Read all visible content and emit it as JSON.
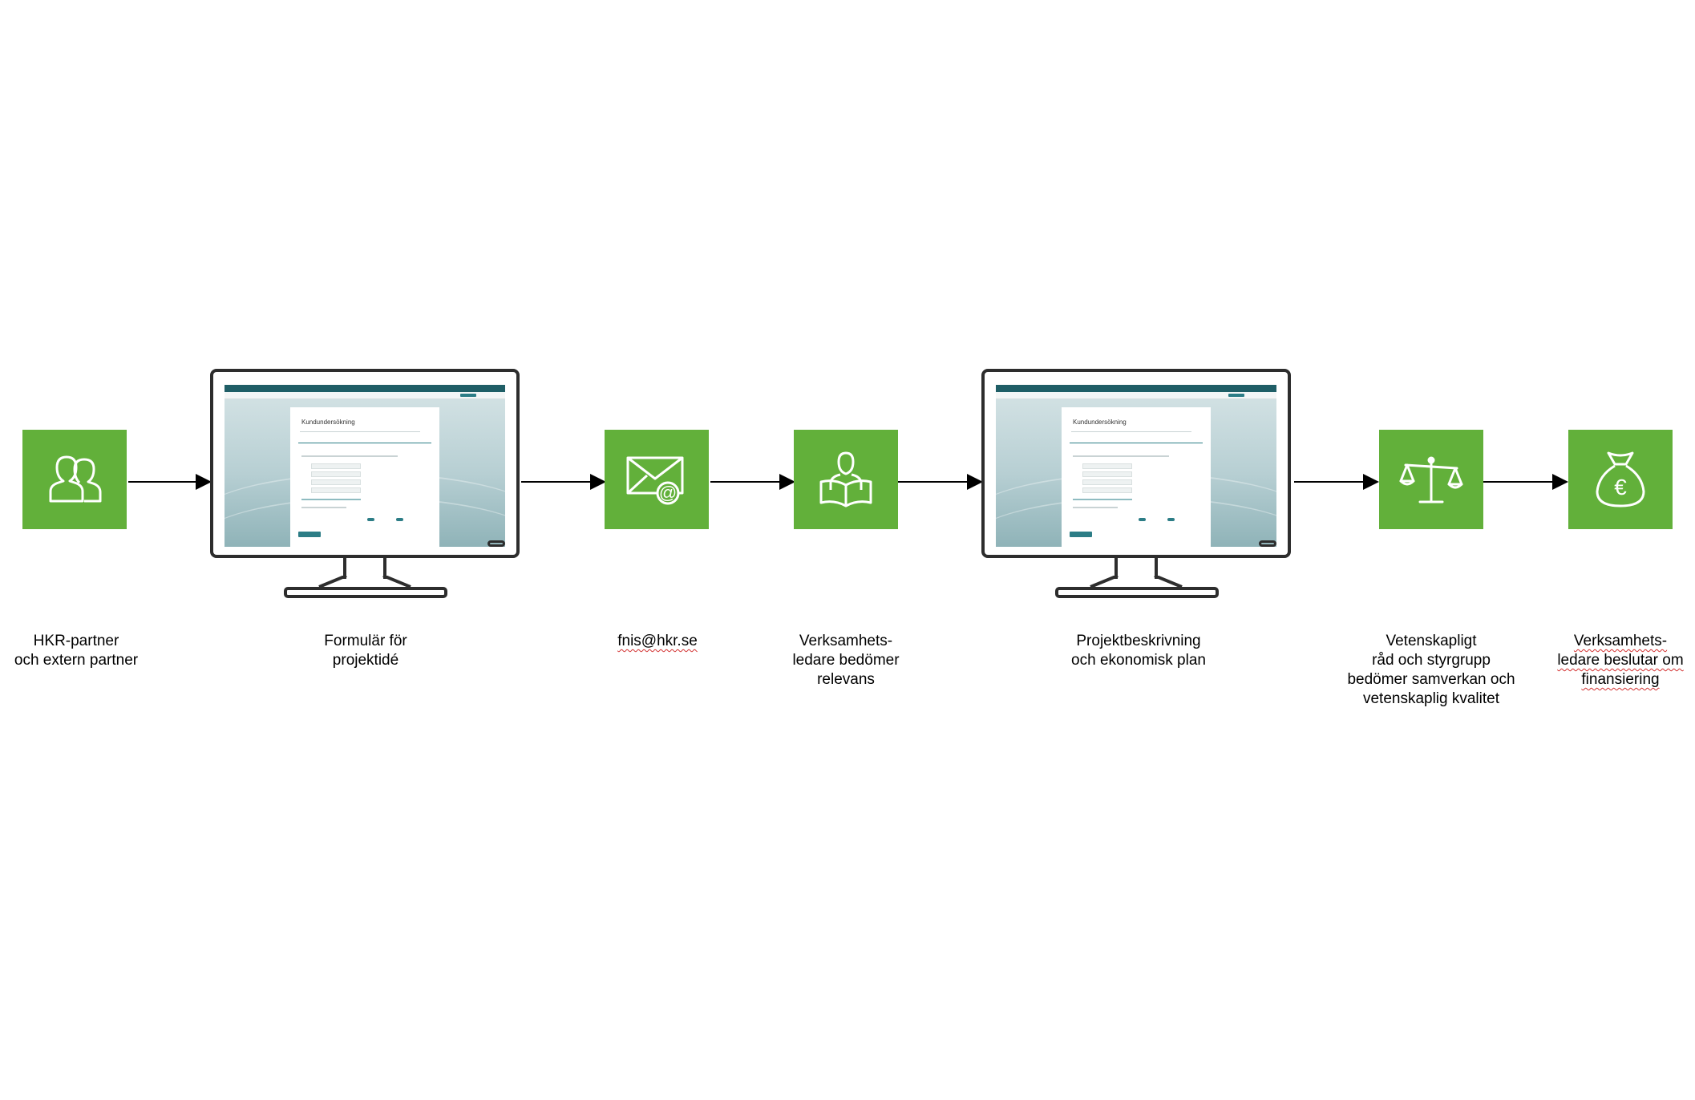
{
  "nodes": [
    {
      "label": "HKR-partner\noch extern partner",
      "icon": "people-icon"
    },
    {
      "label": "Formulär för\nprojektidé",
      "icon": "monitor-form-icon"
    },
    {
      "label": "fnis@hkr.se",
      "icon": "mail-at-icon"
    },
    {
      "label": "Verksamhets-\nledare bedömer\nrelevans",
      "icon": "reader-icon"
    },
    {
      "label": "Projektbeskrivning\noch ekonomisk plan",
      "icon": "monitor-form-icon"
    },
    {
      "label": "Vetenskapligt\nråd och styrgrupp\nbedömer samverkan och\nvetenskaplig kvalitet",
      "icon": "scales-icon"
    },
    {
      "label": "Verksamhets-\nledare beslutar om\nfinansiering",
      "icon": "money-bag-euro-icon"
    }
  ],
  "screens": [
    {
      "form_title": "Kundundersökning"
    },
    {
      "form_title": "Kundundersökning"
    }
  ],
  "colors": {
    "box": "#62b03a",
    "teal": "#2c7d86"
  }
}
